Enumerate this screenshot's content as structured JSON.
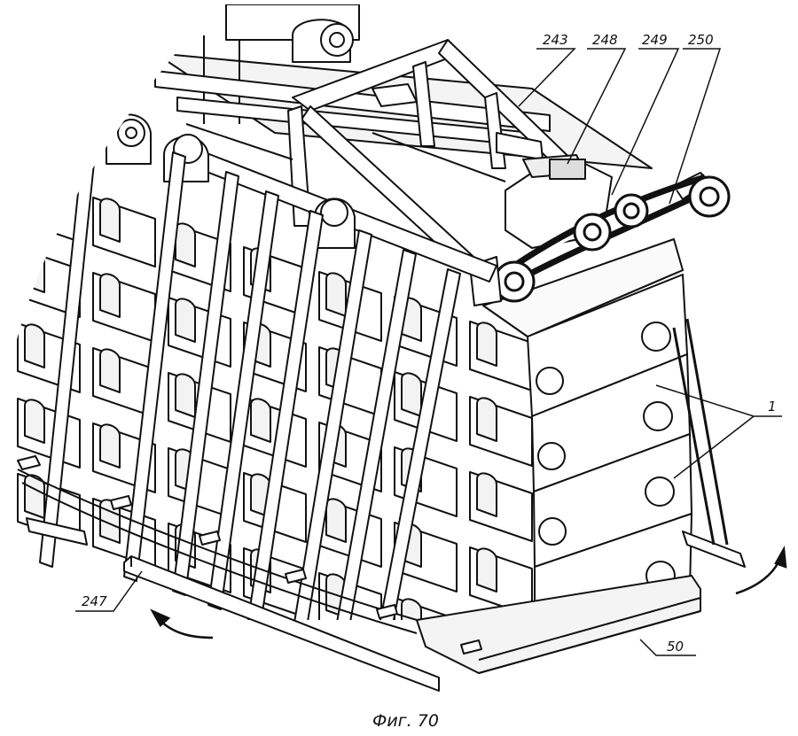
{
  "figure": {
    "caption": "Фиг. 70",
    "callouts": [
      {
        "id": "c243",
        "text": "243"
      },
      {
        "id": "c248",
        "text": "248"
      },
      {
        "id": "c249",
        "text": "249"
      },
      {
        "id": "c250",
        "text": "250"
      },
      {
        "id": "c1",
        "text": "1"
      },
      {
        "id": "c247",
        "text": "247"
      },
      {
        "id": "c50",
        "text": "50"
      }
    ]
  }
}
